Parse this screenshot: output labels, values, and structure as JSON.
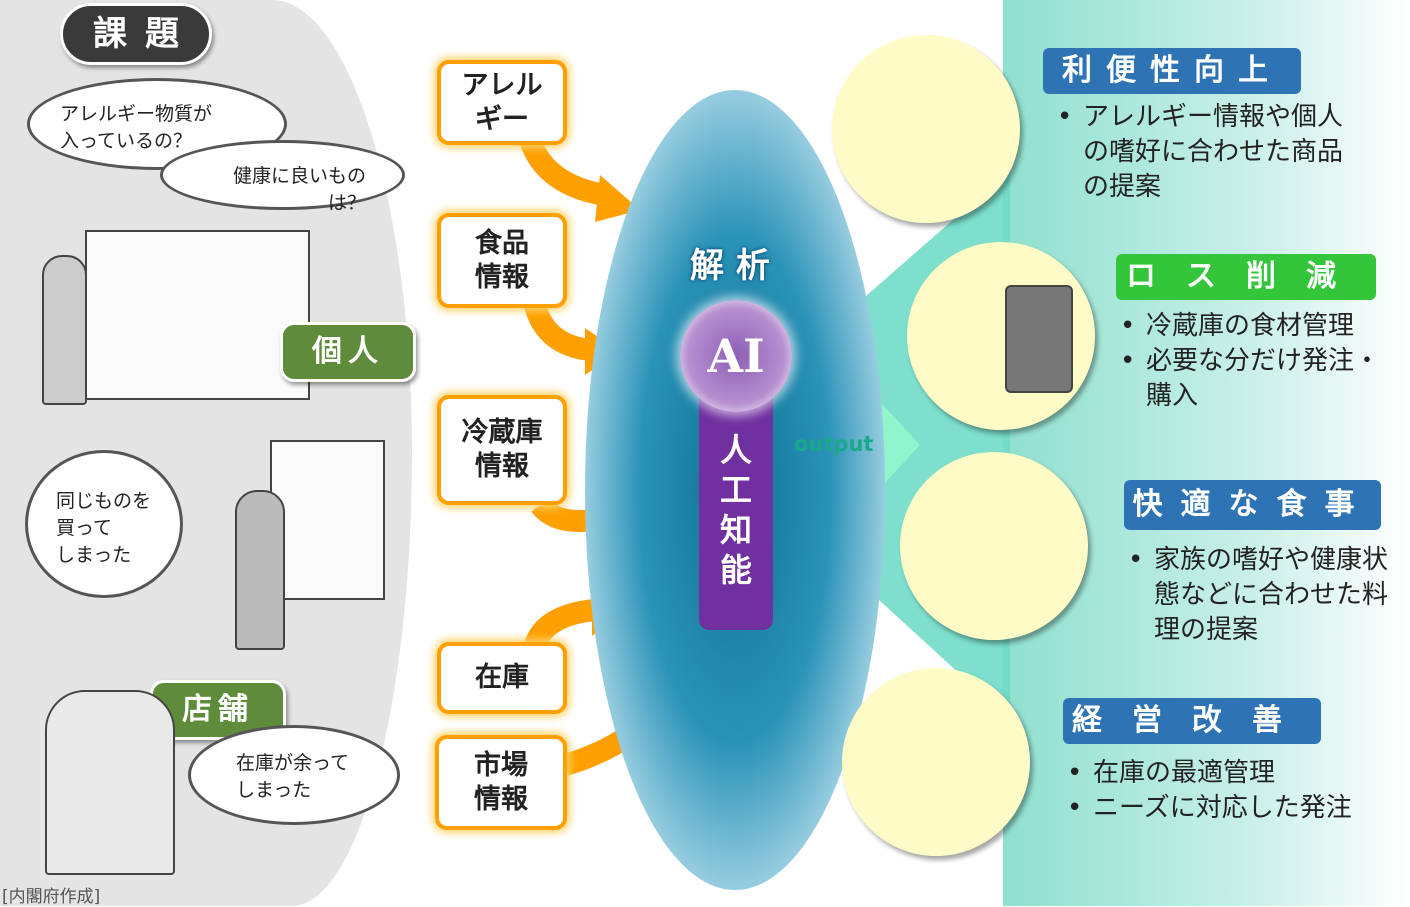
{
  "left": {
    "title": "課題",
    "cloud1": "アレルギー物質が\n入っているの？",
    "cloud2": "健康に良いものは？",
    "label_individual": "個人",
    "cloud3": "同じものを\n買って\nしまった",
    "label_store": "店舗",
    "cloud4": "在庫が余って\nしまった",
    "credit": "[内閣府作成]"
  },
  "inputs": [
    "アレル\nギー",
    "食品\n情報",
    "冷蔵庫\n情報",
    "在庫",
    "市場\n情報"
  ],
  "center": {
    "analysis": "解 析",
    "ai": "AI",
    "ai_chars": [
      "人",
      "工",
      "知",
      "能"
    ],
    "output": "output"
  },
  "outcomes": [
    {
      "title": "利便性向上",
      "color": "#2e74b5",
      "bullets": [
        "アレルギー情報や個人の嗜好に合わせた商品の提案"
      ]
    },
    {
      "title": "ロス削減",
      "color": "#33c63a",
      "bullets": [
        "冷蔵庫の食材管理",
        "必要な分だけ発注・購入"
      ]
    },
    {
      "title": "快適な食事",
      "color": "#2e74b5",
      "bullets": [
        "家族の嗜好や健康状態などに合わせた料理の提案"
      ]
    },
    {
      "title": "経営改善",
      "color": "#2e74b5",
      "bullets": [
        "在庫の最適管理",
        "ニーズに対応した発注"
      ]
    }
  ],
  "colors": {
    "orange": "#ffa000",
    "purple": "#7030a0",
    "teal": "#6fdcc6"
  }
}
